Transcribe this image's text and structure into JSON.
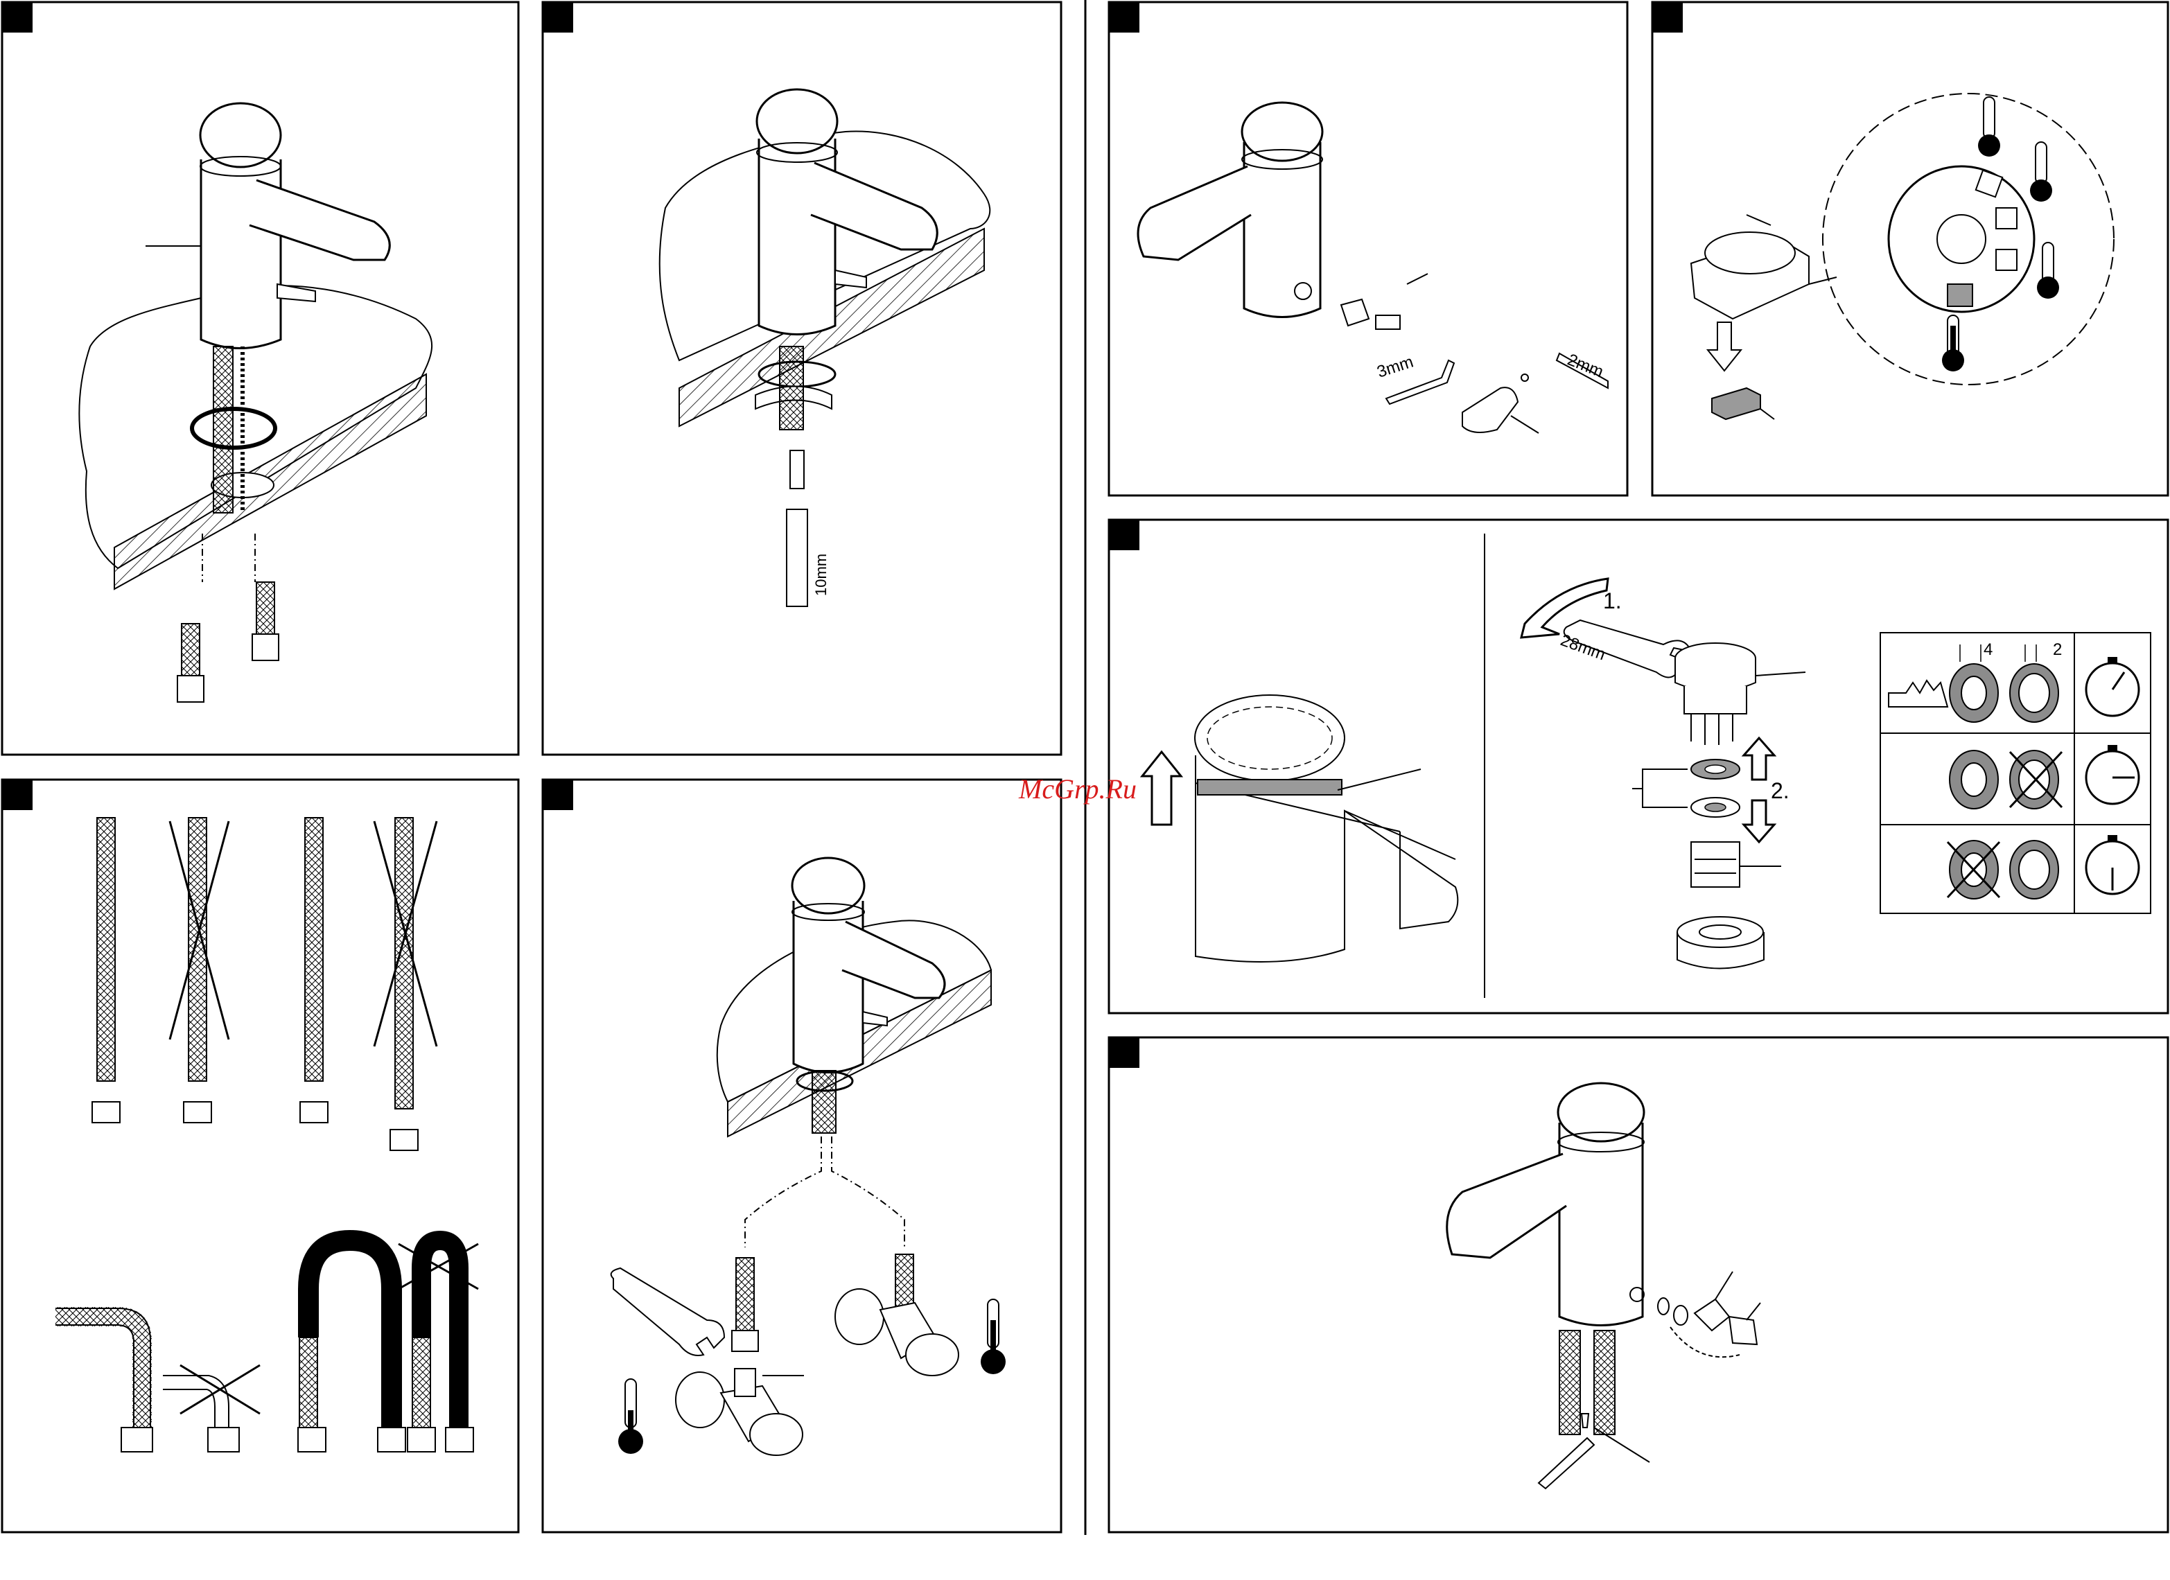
{
  "labels": {
    "hex_key_3": "3mm",
    "hex_key_2": "2mm",
    "socket_10": "10mm",
    "wrench_28": "28mm",
    "step_1": "1.",
    "step_2": "2.",
    "washer_thick": "4",
    "washer_thin": "2"
  },
  "watermark": "McGrp.Ru",
  "colors": {
    "line": "#000000",
    "gray_band": "#9a9a9a",
    "washer_fill": "#8c8c8c",
    "watermark": "#d81c1c"
  }
}
